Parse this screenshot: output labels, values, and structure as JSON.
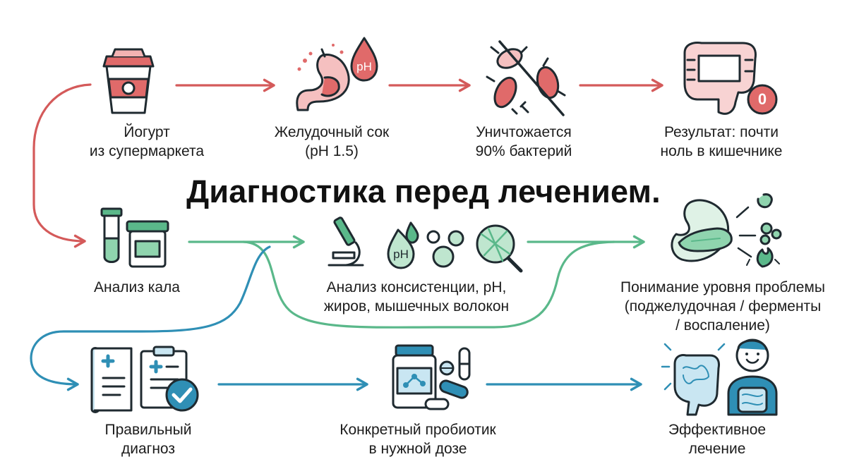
{
  "title": "Диагностика перед лечением.",
  "colors": {
    "red": "#d45a5a",
    "green": "#5ab88a",
    "blue": "#2f8fb5",
    "outline": "#1f2a30"
  },
  "rows": [
    {
      "color": "red",
      "steps": [
        {
          "id": "yogurt",
          "icon": "yogurt-cup-icon",
          "lines": [
            "Йогурт",
            "из супермаркета"
          ]
        },
        {
          "id": "gastric",
          "icon": "stomach-ph-icon",
          "lines": [
            "Желудочный сок",
            "(pH 1.5)"
          ]
        },
        {
          "id": "destroyed",
          "icon": "crossed-bacteria-icon",
          "lines": [
            "Уничтожается",
            "90% бактерий"
          ]
        },
        {
          "id": "result",
          "icon": "intestine-zero-icon",
          "lines": [
            "Результат: почти",
            "ноль в кишечнике"
          ]
        }
      ]
    },
    {
      "color": "green",
      "steps": [
        {
          "id": "stool",
          "icon": "test-tube-container-icon",
          "lines": [
            "Анализ кала"
          ]
        },
        {
          "id": "analysis",
          "icon": "microscope-lab-icon",
          "lines": [
            "Анализ консистенции, pH,",
            "жиров, мышечных волокон"
          ]
        },
        {
          "id": "understanding",
          "icon": "pancreas-enzymes-icon",
          "lines": [
            "Понимание уровня проблемы",
            "(поджелудочная / ферменты",
            "/ воспаление)"
          ]
        }
      ]
    },
    {
      "color": "blue",
      "steps": [
        {
          "id": "diagnosis",
          "icon": "clipboard-check-icon",
          "lines": [
            "Правильный",
            "диагноз"
          ]
        },
        {
          "id": "probiotic",
          "icon": "probiotic-bottle-icon",
          "lines": [
            "Конкретный пробиотик",
            "в нужной дозе"
          ]
        },
        {
          "id": "treatment",
          "icon": "healthy-person-icon",
          "lines": [
            "Эффективное",
            "лечение"
          ]
        }
      ]
    }
  ],
  "icon_texts": {
    "ph": "pH",
    "zero": "0"
  }
}
